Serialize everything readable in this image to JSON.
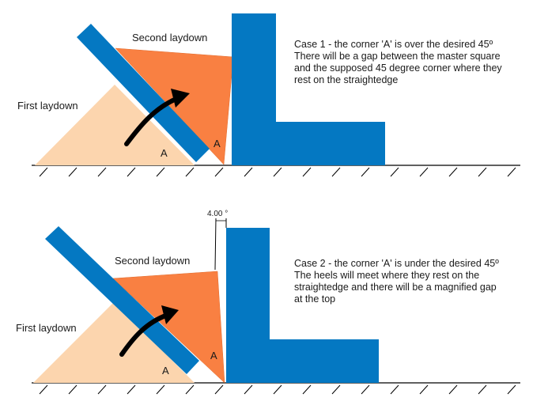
{
  "colors": {
    "first_laydown": "#fcd5ae",
    "second_laydown": "#f98042",
    "straightedge": "#0478c2",
    "master_square": "#0478c2",
    "arrow": "#000000",
    "ground": "#000000"
  },
  "case1": {
    "second_laydown_label": "Second laydown",
    "first_laydown_label": "First laydown",
    "corner_label_first": "A",
    "corner_label_second": "A",
    "description": [
      "Case 1 - the corner 'A' is over the desired 45º",
      "There will be a gap between the master square",
      "and the supposed 45 degree corner where they",
      "rest on the straightedge"
    ]
  },
  "case2": {
    "second_laydown_label": "Second laydown",
    "first_laydown_label": "First laydown",
    "corner_label_first": "A",
    "corner_label_second": "A",
    "angle_label": "4.00 °",
    "description": [
      "Case 2 - the corner 'A' is under the desired 45º",
      "The heels will meet where they rest on the",
      "straightedge and there will be a magnified gap",
      "at the top"
    ]
  }
}
